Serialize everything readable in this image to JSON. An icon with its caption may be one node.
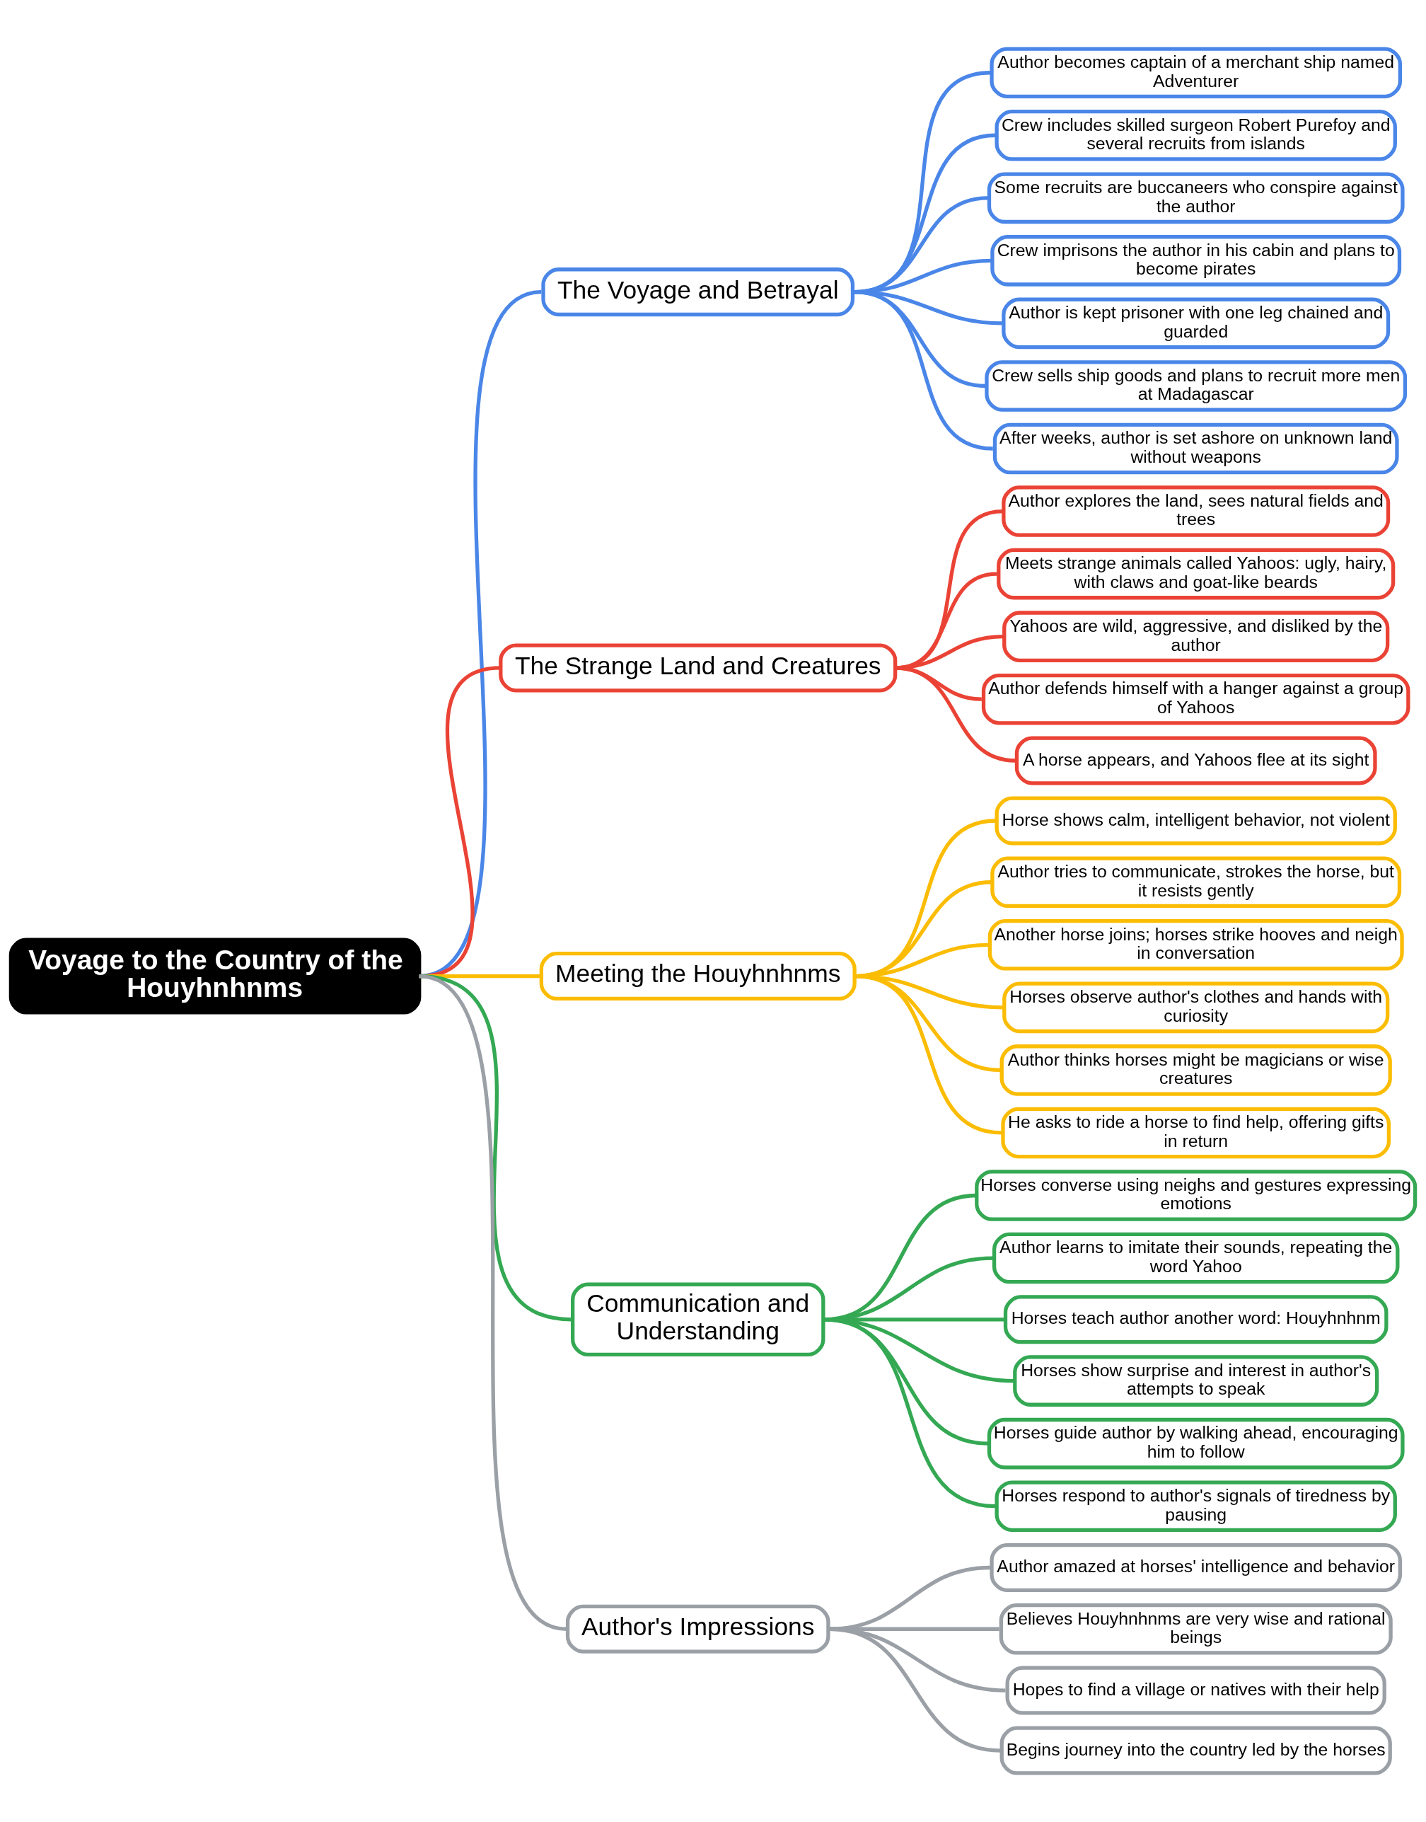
{
  "diagram": {
    "nodes": [
      {
        "text": [
          "Voyage to the Country of the Houyhnhnms"
        ]
      },
      {
        "text": [
          "The Voyage and Betrayal"
        ]
      },
      {
        "text": [
          "Author becomes captain of a merchant ship named Adventurer"
        ]
      },
      {
        "text": [
          "Crew includes skilled surgeon Robert Purefoy and several recruits from islands"
        ]
      },
      {
        "text": [
          "Some recruits are buccaneers who conspire against the author"
        ]
      },
      {
        "text": [
          "Crew imprisons the author in his cabin and plans to become pirates"
        ]
      },
      {
        "text": [
          "Author is kept prisoner with one leg chained and guarded"
        ]
      },
      {
        "text": [
          "Crew sells ship goods and plans to recruit more men at Madagascar"
        ]
      },
      {
        "text": [
          "After weeks, author is set ashore on unknown land without weapons"
        ]
      },
      {
        "text": [
          "The Strange Land and Creatures"
        ]
      },
      {
        "text": [
          "Author explores the land, sees natural fields and trees"
        ]
      },
      {
        "text": [
          "Meets strange animals called Yahoos: ugly, hairy, with claws and goat-like beards"
        ]
      },
      {
        "text": [
          "Yahoos are wild, aggressive, and disliked by the author"
        ]
      },
      {
        "text": [
          "Author defends himself with a hanger against a group of Yahoos"
        ]
      },
      {
        "text": [
          "A horse appears, and Yahoos flee at its sight"
        ]
      },
      {
        "text": [
          "Meeting the Houyhnhnms"
        ]
      },
      {
        "text": [
          "Horse shows calm, intelligent behavior, not violent"
        ]
      },
      {
        "text": [
          "Author tries to communicate, strokes the horse, but it resists gently"
        ]
      },
      {
        "text": [
          "Another horse joins; horses strike hooves and neigh in conversation"
        ]
      },
      {
        "text": [
          "Horses observe author's clothes and hands with curiosity"
        ]
      },
      {
        "text": [
          "Author thinks horses might be magicians or wise creatures"
        ]
      },
      {
        "text": [
          "He asks to ride a horse to find help, offering gifts in return"
        ]
      },
      {
        "text": [
          "Communication and Understanding"
        ]
      },
      {
        "text": [
          "Horses converse using neighs and gestures expressing emotions"
        ]
      },
      {
        "text": [
          "Author learns to imitate their sounds, repeating the word Yahoo"
        ]
      },
      {
        "text": [
          "Horses teach author another word: Houyhnhnm"
        ]
      },
      {
        "text": [
          "Horses show surprise and interest in author's attempts to speak"
        ]
      },
      {
        "text": [
          "Horses guide author by walking ahead, encouraging him to follow"
        ]
      },
      {
        "text": [
          "Horses respond to author's signals of tiredness by pausing"
        ]
      },
      {
        "text": [
          "Author's Impressions"
        ]
      },
      {
        "text": [
          "Author amazed at horses' intelligence and behavior"
        ]
      },
      {
        "text": [
          "Believes Houyhnhnms are very wise and rational beings"
        ]
      },
      {
        "text": [
          "Hopes to find a village or natives with their help"
        ]
      },
      {
        "text": [
          "Begins journey into the country led by the horses"
        ]
      }
    ],
    "edges": [
      {
        "from": 0,
        "to": 1,
        "arrow": "none",
        "color": "#4a86e8"
      },
      {
        "from": 1,
        "to": 2,
        "arrow": "none",
        "color": "#4a86e8"
      },
      {
        "from": 1,
        "to": 3,
        "arrow": "none",
        "color": "#4a86e8"
      },
      {
        "from": 1,
        "to": 4,
        "arrow": "none",
        "color": "#4a86e8"
      },
      {
        "from": 1,
        "to": 5,
        "arrow": "none",
        "color": "#4a86e8"
      },
      {
        "from": 1,
        "to": 6,
        "arrow": "none",
        "color": "#4a86e8"
      },
      {
        "from": 1,
        "to": 7,
        "arrow": "none",
        "color": "#4a86e8"
      },
      {
        "from": 1,
        "to": 8,
        "arrow": "none",
        "color": "#4a86e8"
      },
      {
        "from": 0,
        "to": 9,
        "arrow": "none",
        "color": "#ea4335"
      },
      {
        "from": 9,
        "to": 10,
        "arrow": "none",
        "color": "#ea4335"
      },
      {
        "from": 9,
        "to": 11,
        "arrow": "none",
        "color": "#ea4335"
      },
      {
        "from": 9,
        "to": 12,
        "arrow": "none",
        "color": "#ea4335"
      },
      {
        "from": 9,
        "to": 13,
        "arrow": "none",
        "color": "#ea4335"
      },
      {
        "from": 9,
        "to": 14,
        "arrow": "none",
        "color": "#ea4335"
      },
      {
        "from": 0,
        "to": 15,
        "arrow": "none",
        "color": "#fbbc04"
      },
      {
        "from": 15,
        "to": 16,
        "arrow": "none",
        "color": "#fbbc04"
      },
      {
        "from": 15,
        "to": 17,
        "arrow": "none",
        "color": "#fbbc04"
      },
      {
        "from": 15,
        "to": 18,
        "arrow": "none",
        "color": "#fbbc04"
      },
      {
        "from": 15,
        "to": 19,
        "arrow": "none",
        "color": "#fbbc04"
      },
      {
        "from": 15,
        "to": 20,
        "arrow": "none",
        "color": "#fbbc04"
      },
      {
        "from": 15,
        "to": 21,
        "arrow": "none",
        "color": "#fbbc04"
      },
      {
        "from": 0,
        "to": 22,
        "arrow": "none",
        "color": "#34a853"
      },
      {
        "from": 22,
        "to": 23,
        "arrow": "none",
        "color": "#34a853"
      },
      {
        "from": 22,
        "to": 24,
        "arrow": "none",
        "color": "#34a853"
      },
      {
        "from": 22,
        "to": 25,
        "arrow": "none",
        "color": "#34a853"
      },
      {
        "from": 22,
        "to": 26,
        "arrow": "none",
        "color": "#34a853"
      },
      {
        "from": 22,
        "to": 27,
        "arrow": "none",
        "color": "#34a853"
      },
      {
        "from": 22,
        "to": 28,
        "arrow": "none",
        "color": "#34a853"
      },
      {
        "from": 0,
        "to": 29,
        "arrow": "none",
        "color": "#9aa0a6"
      },
      {
        "from": 29,
        "to": 30,
        "arrow": "none",
        "color": "#9aa0a6"
      },
      {
        "from": 29,
        "to": 31,
        "arrow": "none",
        "color": "#9aa0a6"
      },
      {
        "from": 29,
        "to": 32,
        "arrow": "none",
        "color": "#9aa0a6"
      },
      {
        "from": 29,
        "to": 33,
        "arrow": "none",
        "color": "#9aa0a6"
      }
    ]
  }
}
